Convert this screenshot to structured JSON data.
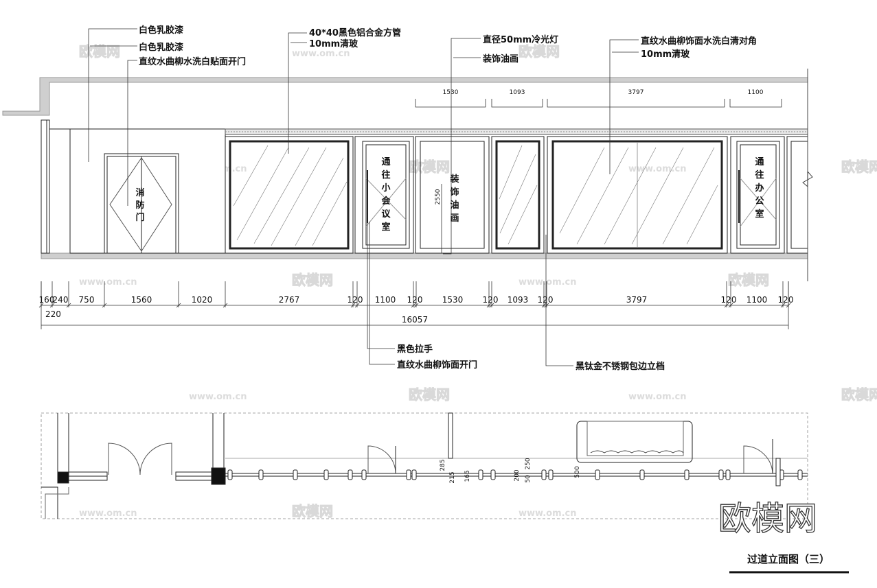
{
  "top_labels": {
    "left1": "白色乳胶漆",
    "left2": "白色乳胶漆",
    "left3": "直纹水曲柳水洗白贴面开门",
    "mid1": "40*40黑色铝合金方管",
    "mid2": "10mm清玻",
    "lamp": "直径50mm冷光灯",
    "paint": "装饰油画",
    "right1": "直纹水曲柳饰面水洗白清对角",
    "right2": "10mm清玻"
  },
  "top_dims": [
    "1530",
    "1093",
    "3797",
    "1100"
  ],
  "vertical_dim": "2550",
  "door_labels": {
    "fire": [
      "消",
      "防",
      "门"
    ],
    "meeting": [
      "通",
      "往",
      "小",
      "会",
      "议",
      "室"
    ],
    "painting": [
      "装",
      "饰",
      "油",
      "画"
    ],
    "office": [
      "通",
      "往",
      "办",
      "公",
      "室"
    ]
  },
  "bottom_dims": [
    "160",
    "240",
    "750",
    "1560",
    "1020",
    "2767",
    "120",
    "1100",
    "120",
    "1530",
    "120",
    "1093",
    "120",
    "3797",
    "120",
    "1100",
    "120"
  ],
  "dim_220": "220",
  "total": "16057",
  "bottom_labels": {
    "handle": "黑色拉手",
    "door": "直纹水曲柳饰面开门",
    "post": "黑钛金不锈钢包边立档"
  },
  "plan_dims": [
    "285",
    "215",
    "165",
    "200",
    "250",
    "50",
    "500"
  ],
  "watermark": {
    "cn": "欧模网",
    "url": "www.om.cn"
  },
  "logo": "欧模网",
  "title": "过道立面图（三）"
}
